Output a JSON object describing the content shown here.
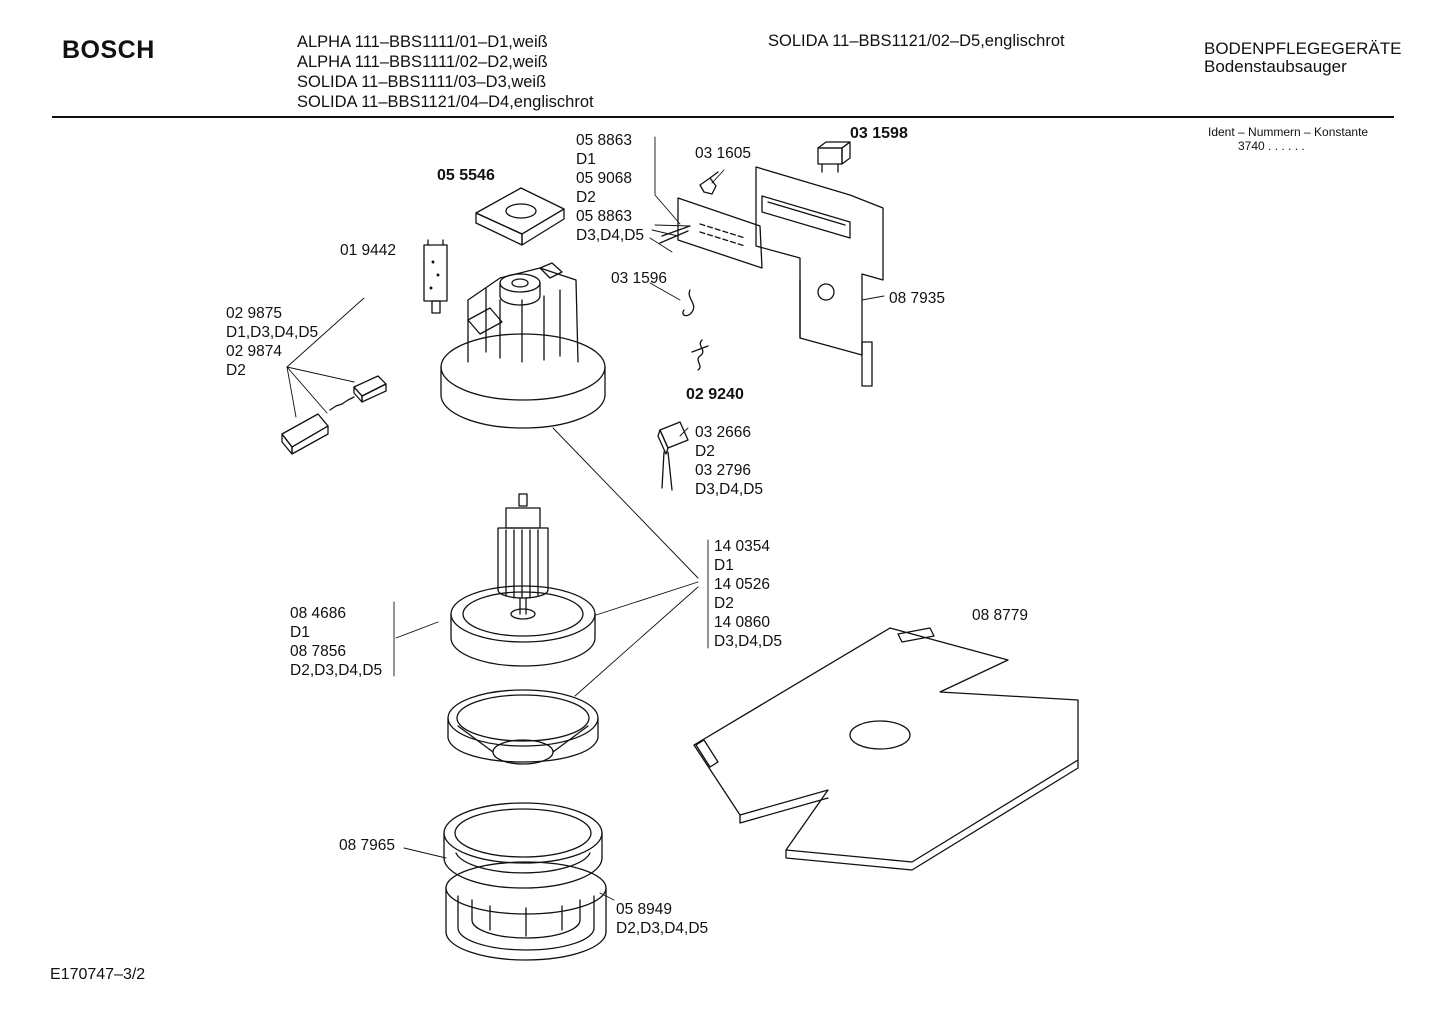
{
  "header": {
    "brand": "BOSCH",
    "models": [
      "ALPHA 111–BBS1111/01–D1,weiß",
      "ALPHA 111–BBS1111/02–D2,weiß",
      "SOLIDA 11–BBS1111/03–D3,weiß",
      "SOLIDA 11–BBS1121/04–D4,englischrot"
    ],
    "model_5": "SOLIDA 11–BBS1121/02–D5,englischrot",
    "category": "BODENPFLEGEGERÄTE",
    "subcategory": "Bodenstaubsauger",
    "ident_label": "Ident – Nummern – Konstante",
    "ident_code": "3740  . .   . . . ."
  },
  "footer": {
    "doc_id": "E170747–3/2"
  },
  "parts": {
    "p055546": "05 5546",
    "p019442": "01 9442",
    "p029875": [
      "02 9875",
      "D1,D3,D4,D5",
      "02 9874",
      "D2"
    ],
    "p058863": [
      "05 8863",
      "D1",
      "05 9068",
      "D2",
      "05 8863",
      "D3,D4,D5"
    ],
    "p031605": "03 1605",
    "p031598": "03 1598",
    "p031596": "03 1596",
    "p087935": "08 7935",
    "p029240": "02 9240",
    "p032666": [
      "03 2666",
      "D2",
      "03 2796",
      "D3,D4,D5"
    ],
    "p140354": [
      "14 0354",
      "D1",
      "14 0526",
      "D2",
      "14 0860",
      "D3,D4,D5"
    ],
    "p084686": [
      "08 4686",
      "D1",
      "08 7856",
      "D2,D3,D4,D5"
    ],
    "p088779": "08 8779",
    "p087965": "08 7965",
    "p058949": [
      "05 8949",
      "D2,D3,D4,D5"
    ]
  }
}
